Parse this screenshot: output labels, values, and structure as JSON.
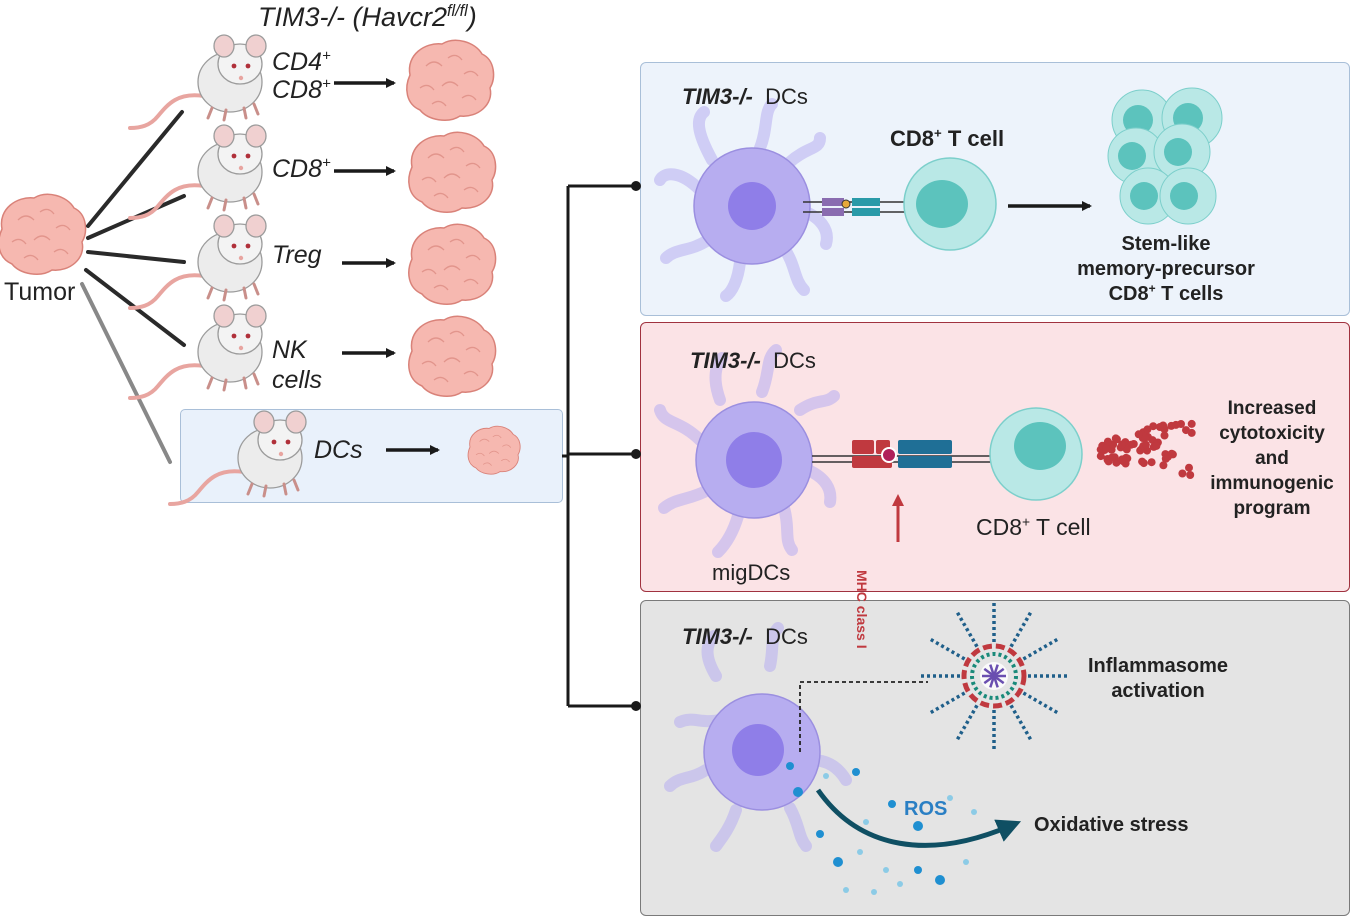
{
  "header": {
    "title_main": "TIM3-/- (Havcr2",
    "title_sup": "fl/fl",
    "title_close": ")"
  },
  "left": {
    "tumor_label": "Tumor",
    "mice": [
      {
        "line1": "CD4",
        "line1_sup": "+",
        "line2": "CD8",
        "line2_sup": "+"
      },
      {
        "line1": "CD8",
        "line1_sup": "+"
      },
      {
        "line1": "Treg"
      },
      {
        "line1": "NK",
        "line2": "cells"
      }
    ],
    "dc_mouse_label": "DCs"
  },
  "panels": {
    "top": {
      "title_italic": "TIM3-/-",
      "title_rest": "DCs",
      "tcell_label": "CD8",
      "tcell_sup": "+",
      "tcell_rest": " T cell",
      "result_line1": "Stem-like",
      "result_line2": "memory-precursor",
      "result_line3": "CD8",
      "result_line3_sup": "+",
      "result_line3_rest": " T cells",
      "bg": "#edf3fb",
      "border": "#a9bfd8"
    },
    "middle": {
      "title_italic": "TIM3-/-",
      "title_rest": "DCs",
      "dc_label": "migDCs",
      "mhc_label": "MHC class I",
      "tcell_label": "CD8",
      "tcell_sup": "+",
      "tcell_rest": " T cell",
      "result_line1": "Increased",
      "result_line2": "cytotoxicity",
      "result_line3": "and",
      "result_line4": "immunogenic",
      "result_line5": "program",
      "bg": "#fbe3e6",
      "border": "#a0323f"
    },
    "bottom": {
      "title_italic": "TIM3-/-",
      "title_rest": "DCs",
      "inflammasome_line1": "Inflammasome",
      "inflammasome_line2": "activation",
      "ros_label": "ROS",
      "stress_label": "Oxidative stress",
      "bg": "#e4e4e4",
      "border": "#7a7a7a"
    }
  },
  "colors": {
    "dc_body": "#b7adf0",
    "dc_nucleus": "#8f7ee8",
    "tcell": "#b9e8e6",
    "tcell_nucleus": "#5cc3bd",
    "tumor": "#f6b8b0",
    "mhc_red": "#c0393f",
    "ros_blue": "#1f8fd1",
    "arrow": "#1a1a1a",
    "stress_arrow": "#0f4f63"
  },
  "icons": [
    "mouse-icon",
    "tumor-icon",
    "dendritic-cell-icon",
    "t-cell-icon",
    "receptor-icon",
    "inflammasome-icon",
    "arrow-icon"
  ]
}
